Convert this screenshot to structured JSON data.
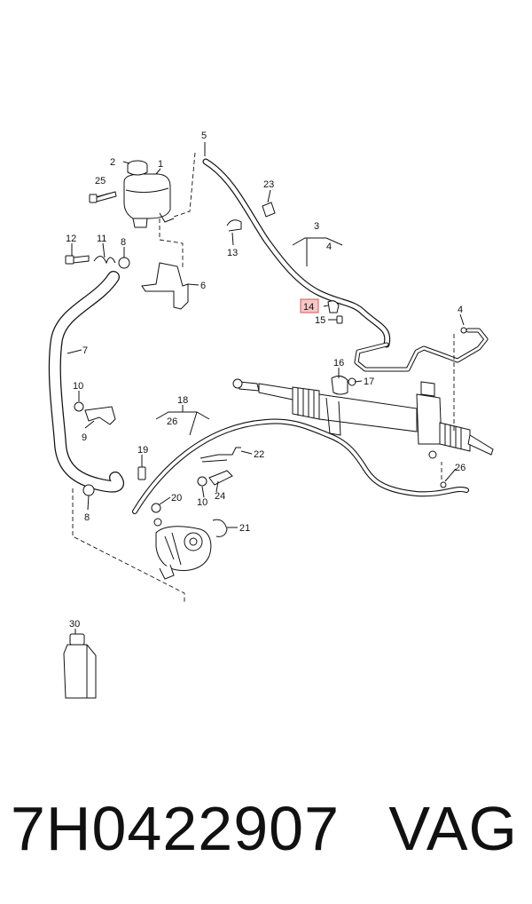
{
  "diagram": {
    "callouts": {
      "n1": "1",
      "n2": "2",
      "n3": "3",
      "n4a": "4",
      "n4b": "4",
      "n5": "5",
      "n6": "6",
      "n7": "7",
      "n8a": "8",
      "n8b": "8",
      "n9": "9",
      "n10a": "10",
      "n10b": "10",
      "n11": "11",
      "n12": "12",
      "n13": "13",
      "n14": "14",
      "n15": "15",
      "n16": "16",
      "n17": "17",
      "n18": "18",
      "n19": "19",
      "n20": "20",
      "n21": "21",
      "n22": "22",
      "n23": "23",
      "n24": "24",
      "n25": "25",
      "n26a": "26",
      "n26b": "26",
      "n30": "30"
    },
    "highlighted_callout": "14",
    "highlight_color": "#f6c8c8"
  },
  "footer": {
    "part_number": "7H0422907",
    "brand": "VAG"
  }
}
